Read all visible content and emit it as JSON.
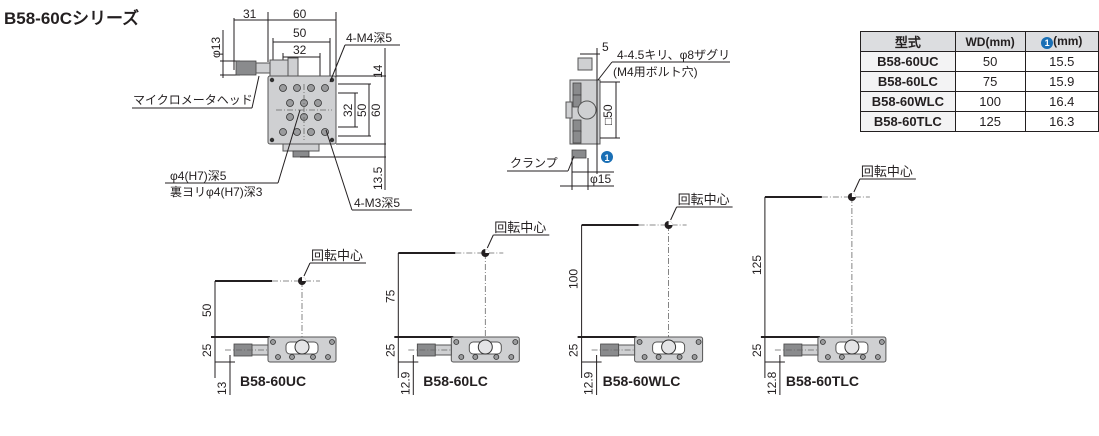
{
  "title": "B58-60Cシリーズ",
  "top_view": {
    "dims": {
      "d31": "31",
      "d60": "60",
      "d50": "50",
      "d32": "32",
      "phi13": "φ13",
      "d14": "14",
      "v32": "32",
      "v50": "50",
      "v60": "60",
      "d13_5": "13.5"
    },
    "labels": {
      "m4": "4-M4深5",
      "micrometer": "マイクロメータヘッド",
      "pin1": "φ4(H7)深5",
      "pin2": "裏ヨリφ4(H7)深3",
      "m3": "4-M3深5"
    }
  },
  "side_view": {
    "dims": {
      "d5": "5",
      "sq50": "□50",
      "phi15": "φ15"
    },
    "labels": {
      "bolt1": "4-4.5キリ、φ8ザグリ",
      "bolt2": "(M4用ボルト穴)",
      "clamp": "クランプ",
      "marker": "1"
    }
  },
  "table": {
    "headers": [
      "型式",
      "WD(mm)",
      "(mm)"
    ],
    "marker": "1",
    "rows": [
      {
        "model": "B58-60UC",
        "wd": "50",
        "one": "15.5"
      },
      {
        "model": "B58-60LC",
        "wd": "75",
        "one": "15.9"
      },
      {
        "model": "B58-60WLC",
        "wd": "100",
        "one": "16.4"
      },
      {
        "model": "B58-60TLC",
        "wd": "125",
        "one": "16.3"
      }
    ]
  },
  "wd_views": [
    {
      "model": "B58-60UC",
      "wd": 50,
      "wd_label": "50",
      "h_label": "25",
      "b_label": "13",
      "center_label": "回転中心"
    },
    {
      "model": "B58-60LC",
      "wd": 75,
      "wd_label": "75",
      "h_label": "25",
      "b_label": "12.9",
      "center_label": "回転中心"
    },
    {
      "model": "B58-60WLC",
      "wd": 100,
      "wd_label": "100",
      "h_label": "25",
      "b_label": "12.9",
      "center_label": "回転中心"
    },
    {
      "model": "B58-60TLC",
      "wd": 125,
      "wd_label": "125",
      "h_label": "25",
      "b_label": "12.8",
      "center_label": "回転中心"
    }
  ],
  "colors": {
    "marker": "#1a6fb5",
    "header_bg": "#dcdde0"
  }
}
